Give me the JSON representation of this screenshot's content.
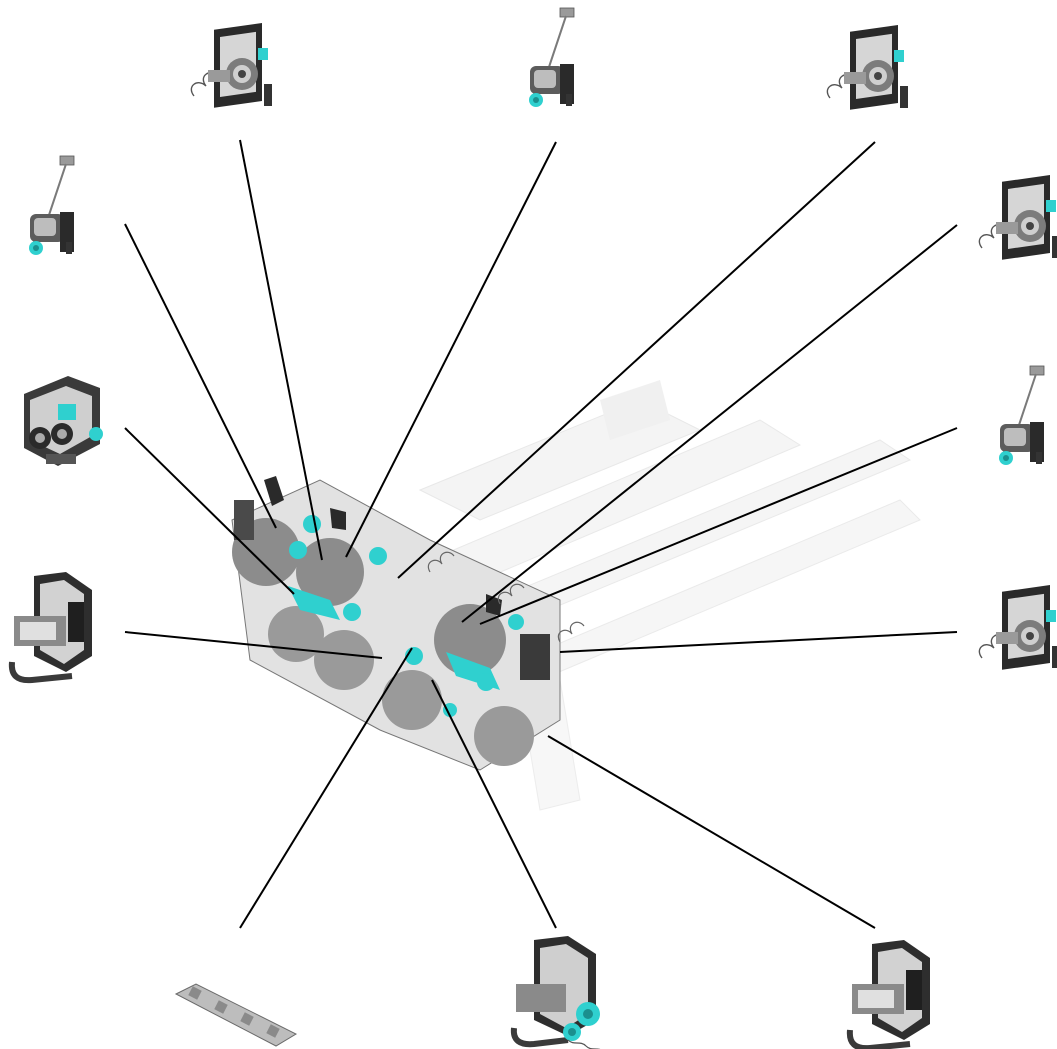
{
  "diagram": {
    "type": "exploded-assembly-callout",
    "background": "#ffffff",
    "colors": {
      "accent": "#2fd0cf",
      "part_dark": "#2a2a2a",
      "part_mid": "#8d8d8d",
      "part_light": "#cfcfcf",
      "ghost": "#ececec",
      "leader": "#000000"
    },
    "center_assembly": {
      "icon": "drive-gear-assembly-icon"
    },
    "callouts": [
      {
        "id": "c1",
        "icon": "flange-with-spring-icon"
      },
      {
        "id": "c2",
        "icon": "lever-arm-solenoid-icon"
      },
      {
        "id": "c3",
        "icon": "flange-with-spring-icon"
      },
      {
        "id": "c4",
        "icon": "lever-arm-solenoid-icon"
      },
      {
        "id": "c5",
        "icon": "flange-with-spring-icon"
      },
      {
        "id": "c6",
        "icon": "gear-bracket-assembly-icon"
      },
      {
        "id": "c7",
        "icon": "lever-arm-solenoid-icon"
      },
      {
        "id": "c8",
        "icon": "motor-bracket-assembly-icon"
      },
      {
        "id": "c9",
        "icon": "flange-with-spring-icon"
      },
      {
        "id": "c10",
        "icon": "linkage-rail-icon"
      },
      {
        "id": "c11",
        "icon": "gear-motor-bracket-icon"
      },
      {
        "id": "c12",
        "icon": "motor-bracket-assembly-icon"
      }
    ]
  }
}
